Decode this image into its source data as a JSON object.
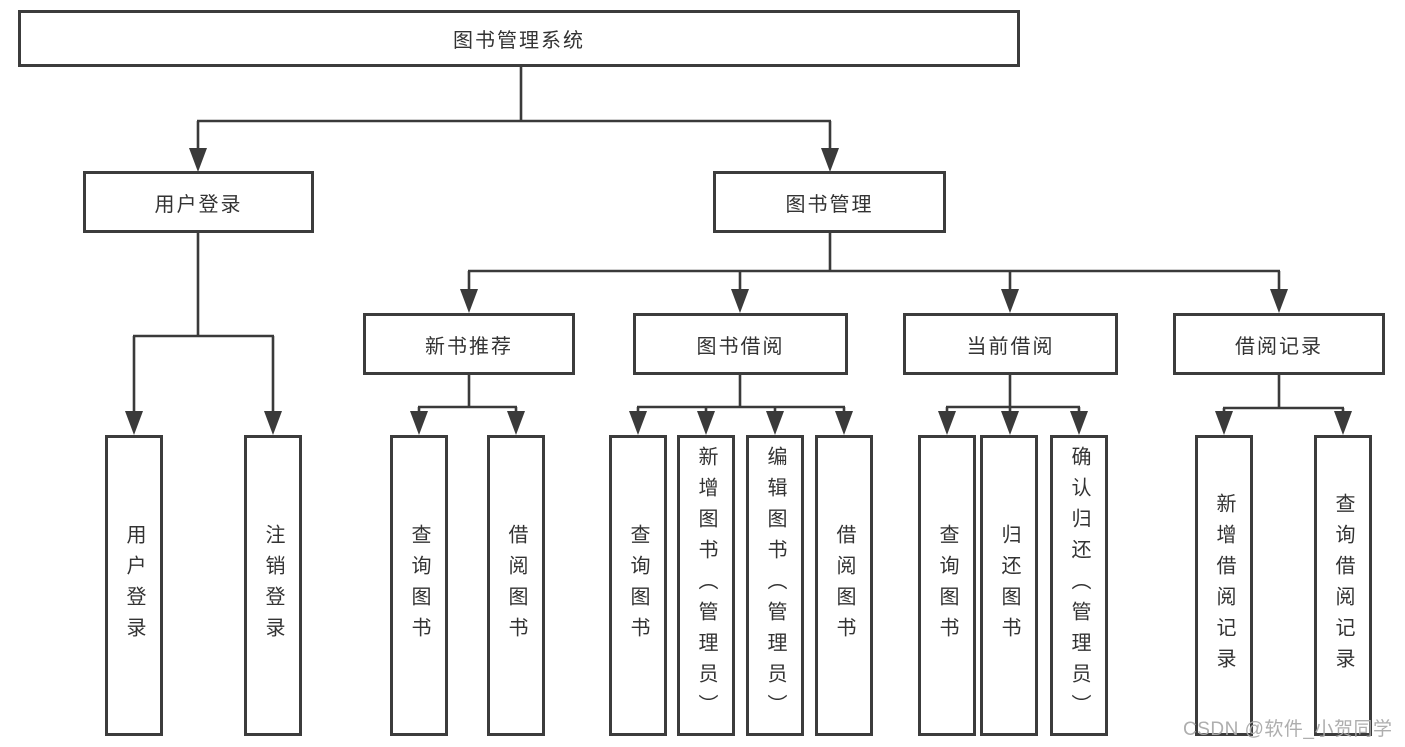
{
  "tree": {
    "root": "图书管理系统",
    "branches": [
      {
        "label": "用户登录",
        "children": [
          "用户登录",
          "注销登录"
        ]
      },
      {
        "label": "图书管理",
        "groups": [
          {
            "label": "新书推荐",
            "children": [
              "查询图书",
              "借阅图书"
            ]
          },
          {
            "label": "图书借阅",
            "children": [
              "查询图书",
              "新增图书（管理员）",
              "编辑图书（管理员）",
              "借阅图书"
            ]
          },
          {
            "label": "当前借阅",
            "children": [
              "查询图书",
              "归还图书",
              "确认归还（管理员）"
            ]
          },
          {
            "label": "借阅记录",
            "children": [
              "新增借阅记录",
              "查询借阅记录"
            ]
          }
        ]
      }
    ]
  },
  "watermark": "CSDN @软件_小贺同学",
  "colors": {
    "line": "#3a3a3a",
    "border": "#3c3c3c",
    "text": "#333333",
    "watermark": "#aaaaaa"
  }
}
